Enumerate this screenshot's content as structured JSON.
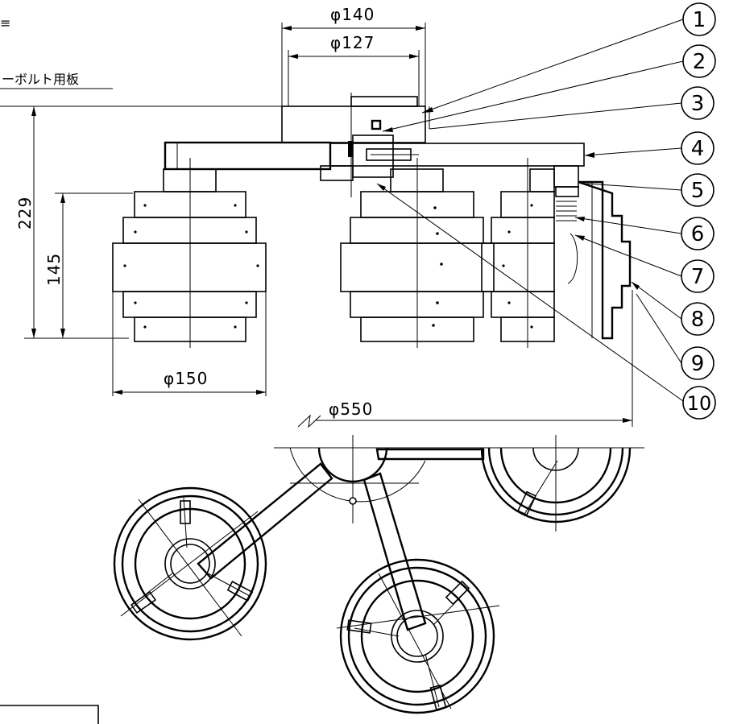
{
  "texts": {
    "mark": "≡",
    "bolt_plate_label": "ーボルト用板",
    "dim_d140": "φ140",
    "dim_d127": "φ127",
    "dim_229": "229",
    "dim_145": "145",
    "dim_d150": "φ150",
    "dim_d550": "φ550"
  },
  "callouts": [
    "1",
    "2",
    "3",
    "4",
    "5",
    "6",
    "7",
    "8",
    "9",
    "10"
  ],
  "colors": {
    "line": "#000000",
    "background": "#ffffff"
  }
}
